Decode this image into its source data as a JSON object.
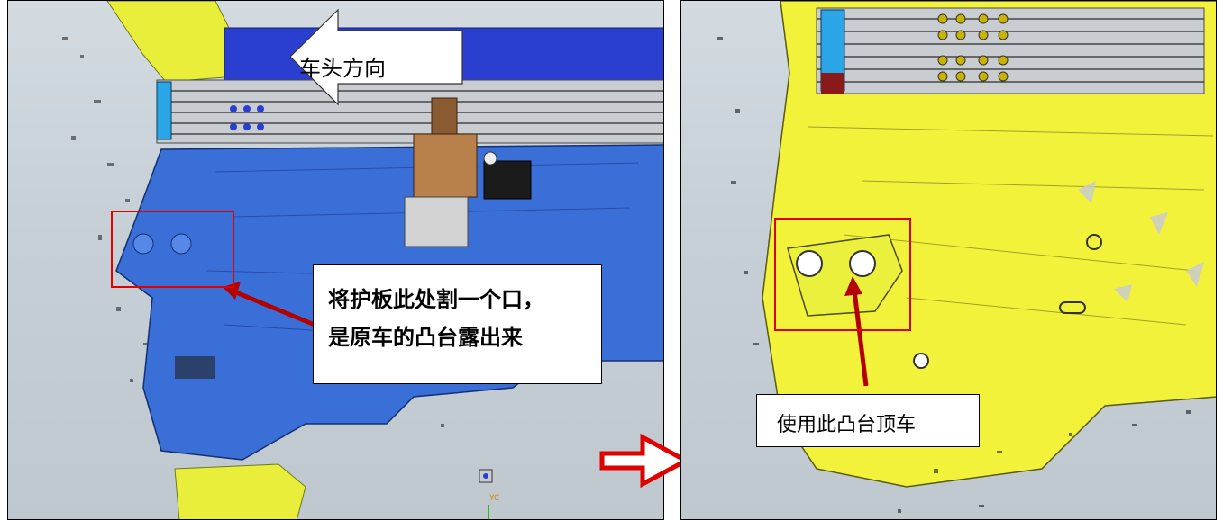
{
  "left_panel": {
    "direction_arrow_label": "车头方向",
    "callout_line1": "将护板此处割一个口，",
    "callout_line2": "是原车的凸台露出来",
    "axis_label": "YC"
  },
  "right_panel": {
    "callout_label": "使用此凸台顶车"
  },
  "colors": {
    "background_gray": "#c6cfd6",
    "part_blue": "#3a6fd8",
    "part_yellow": "#f2f23a",
    "highlight_red": "#e00000",
    "transition_arrow": "#e00000"
  }
}
